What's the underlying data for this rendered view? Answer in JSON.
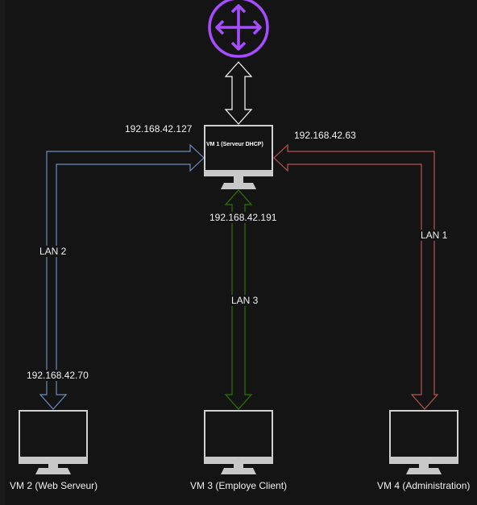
{
  "diagram": {
    "vm1": {
      "label": "VM 1 (Serveur DHCP)"
    },
    "vm2": {
      "label": "VM 2 (Web Serveur)"
    },
    "vm3": {
      "label": "VM 3 (Employe Client)"
    },
    "vm4": {
      "label": "VM 4 (Administration)"
    },
    "links": {
      "lan1": {
        "label": "LAN 1",
        "color": "#b85450"
      },
      "lan2": {
        "label": "LAN 2",
        "color": "#6c8ebf"
      },
      "lan3": {
        "label": "LAN 3",
        "color": "#2d7600"
      },
      "uplink": {
        "color": "#ffffff"
      }
    },
    "ips": {
      "vm1_lan2": "192.168.42.127",
      "vm1_lan1": "192.168.42.63",
      "vm1_lan3": "192.168.42.191",
      "vm2": "192.168.42.70"
    },
    "router": {
      "icon": "router-icon",
      "color": "#a64dff"
    }
  }
}
